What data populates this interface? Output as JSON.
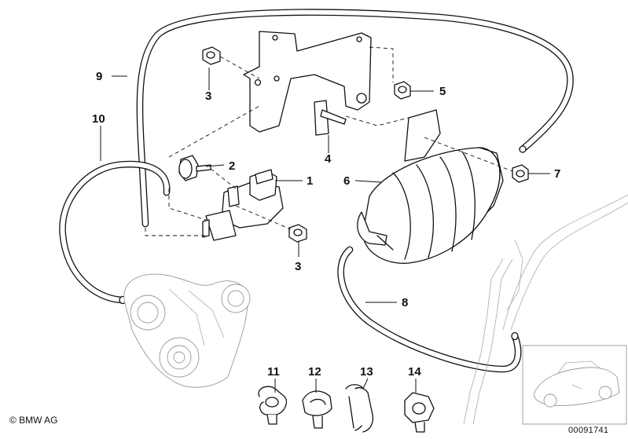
{
  "diagram": {
    "callouts": {
      "c1": "1",
      "c2": "2",
      "c3a": "3",
      "c3b": "3",
      "c4": "4",
      "c5": "5",
      "c6": "6",
      "c7": "7",
      "c8": "8",
      "c9": "9",
      "c10": "10",
      "c11": "11",
      "c12": "12",
      "c13": "13",
      "c14": "14"
    },
    "copyright": "© BMW AG",
    "image_number": "00091741"
  }
}
